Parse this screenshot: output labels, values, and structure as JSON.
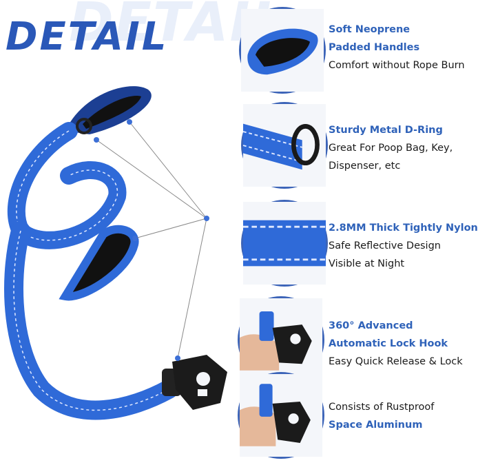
{
  "title": "DETAIL",
  "title_ghost": "DETAIL",
  "colors": {
    "accent": "#2f62b9",
    "leash": "#2f6ad8",
    "border": "#3c64b8",
    "text": "#1a1a1a"
  },
  "features": [
    {
      "lines": [
        {
          "text": "Soft Neoprene",
          "style": "highlight"
        },
        {
          "text": "Padded Handles",
          "style": "highlight"
        },
        {
          "text": "Comfort without Rope Burn",
          "style": "normal"
        }
      ]
    },
    {
      "lines": [
        {
          "text": "Sturdy Metal D-Ring",
          "style": "highlight"
        },
        {
          "text": "Great For Poop Bag, Key,",
          "style": "normal"
        },
        {
          "text": "Dispenser, etc",
          "style": "normal"
        }
      ]
    },
    {
      "lines": [
        {
          "text": "2.8MM Thick  Tightly Nylon",
          "style": "highlight"
        },
        {
          "text": "Safe Reflective Design",
          "style": "normal"
        },
        {
          "text": "Visible at Night",
          "style": "normal"
        }
      ]
    },
    {
      "lines": [
        {
          "text": "360° Advanced",
          "style": "highlight"
        },
        {
          "text": "Automatic Lock Hook",
          "style": "highlight"
        },
        {
          "text": "Easy Quick Release & Lock",
          "style": "normal"
        }
      ]
    },
    {
      "lines": [
        {
          "text": "Consists of Rustproof",
          "style": "normal"
        },
        {
          "text": "Space Aluminum",
          "style": "highlight"
        }
      ]
    }
  ]
}
